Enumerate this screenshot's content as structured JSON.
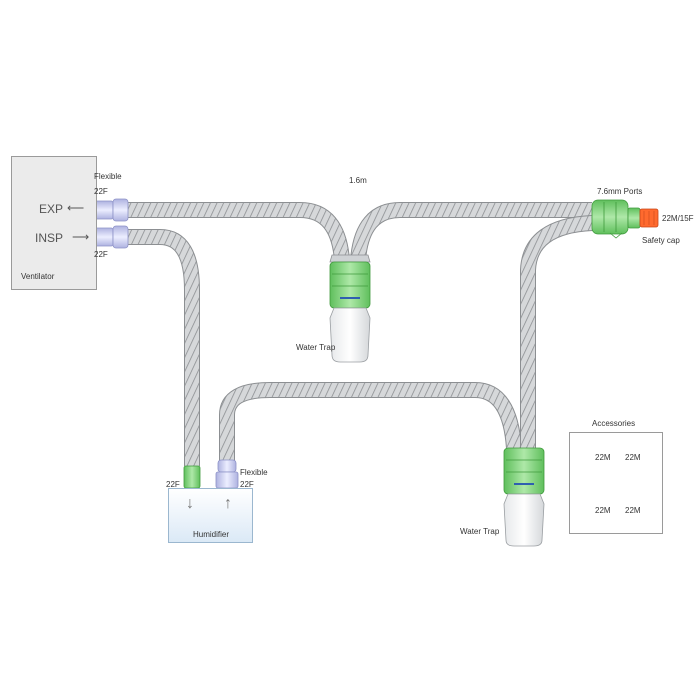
{
  "ventilator": {
    "label": "Ventilator",
    "exp_label": "EXP",
    "insp_label": "INSP"
  },
  "connectors": {
    "exp_flexible": "Flexible",
    "exp_port": "22F",
    "insp_port": "22F",
    "humidifier_in_port": "22F",
    "humidifier_out_flexible": "Flexible",
    "humidifier_out_port": "22F",
    "y_piece_ports": "7.6mm Ports",
    "y_piece_outlet": "22M/15F",
    "safety_cap": "Safety cap"
  },
  "tubing": {
    "length_label": "1.6m"
  },
  "water_traps": {
    "upper": "Water Trap",
    "lower": "Water Trap"
  },
  "humidifier": {
    "label": "Humidifier"
  },
  "accessories": {
    "title": "Accessories",
    "items": [
      {
        "top": "22M",
        "bottom": "22M"
      },
      {
        "top": "22M",
        "bottom": "22M"
      }
    ]
  },
  "colors": {
    "tube": "#c9cbcd",
    "tube_outline": "#8c8f92",
    "connector_green": "#7ed07a",
    "connector_purple": "#c3c6ea",
    "safety_cap": "#ff6a2e",
    "ventilator_box": "#ebebeb",
    "humidifier_box": "#dbe9f6"
  }
}
